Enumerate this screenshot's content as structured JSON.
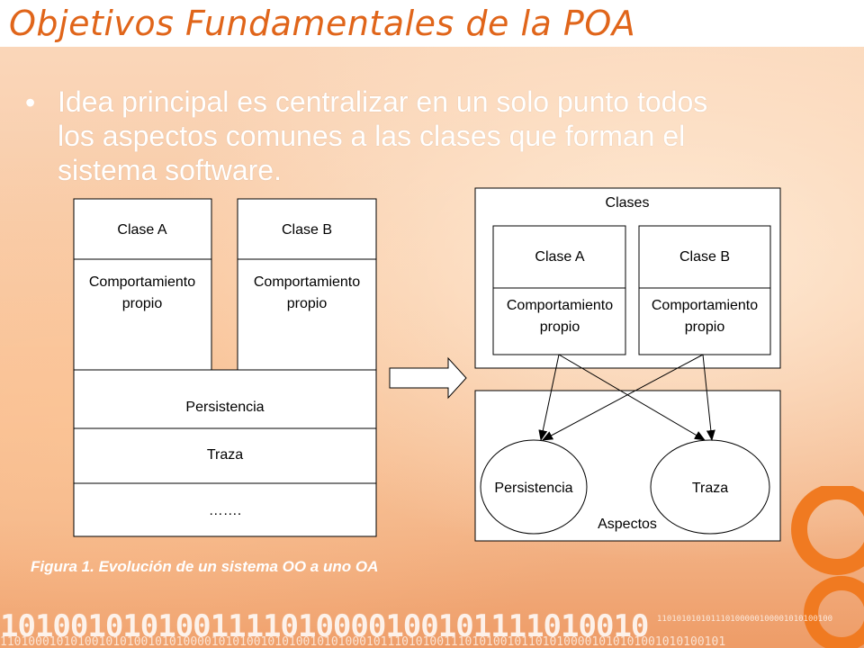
{
  "slide": {
    "title": "Objetivos Fundamentales de la POA",
    "bullet": "Idea principal es centralizar en un solo punto todos los aspectos comunes a las clases que forman el sistema software.",
    "caption": "Figura 1. Evolución de un sistema OO a uno OA",
    "binary_large": "1010010101001111010000100101111010010",
    "binary_small": "110101010101110100000100001010100100",
    "binary_bottom": "1101000101010010101001010100001010100101010010101000101110101001110101001011010100001010101001010100101"
  },
  "diagram_left": {
    "class_a": {
      "name": "Clase A",
      "behavior_1": "Comportamiento",
      "behavior_2": "propio"
    },
    "class_b": {
      "name": "Clase B",
      "behavior_1": "Comportamiento",
      "behavior_2": "propio"
    },
    "persistence": "Persistencia",
    "trace": "Traza",
    "more": "……."
  },
  "diagram_right": {
    "classes_title": "Clases",
    "class_a": {
      "name": "Clase A",
      "behavior_1": "Comportamiento",
      "behavior_2": "propio"
    },
    "class_b": {
      "name": "Clase B",
      "behavior_1": "Comportamiento",
      "behavior_2": "propio"
    },
    "aspects_title": "Aspectos",
    "persistence": "Persistencia",
    "trace": "Traza"
  },
  "colors": {
    "title": "#e0651a",
    "text": "#ffffff"
  }
}
